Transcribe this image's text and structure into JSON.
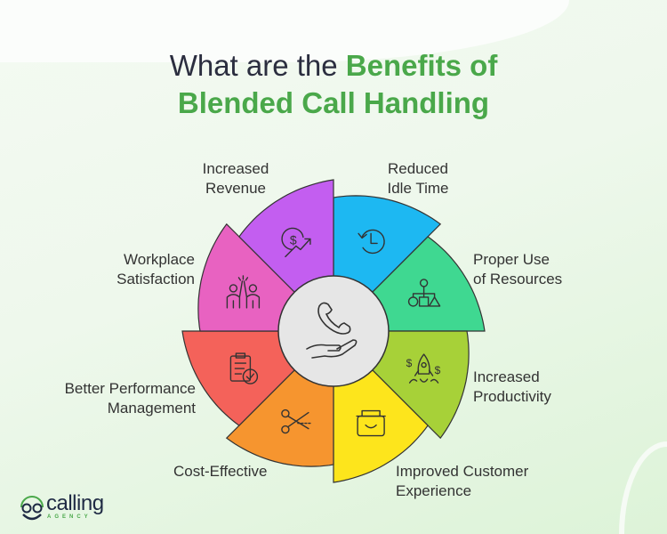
{
  "title": {
    "part1": "What are the ",
    "part2": "Benefits of",
    "line2": "Blended Call Handling"
  },
  "center_icon": "hand-holding-phone-icon",
  "segments": [
    {
      "lines": [
        "Reduced",
        "Idle Time"
      ],
      "color": "#1db8f2",
      "icon": "clock-rewind-icon"
    },
    {
      "lines": [
        "Proper Use",
        "of Resources"
      ],
      "color": "#3fd891",
      "icon": "lightbulb-hierarchy-icon"
    },
    {
      "lines": [
        "Increased",
        "Productivity"
      ],
      "color": "#a7d138",
      "icon": "rocket-dollar-icon"
    },
    {
      "lines": [
        "Improved Customer",
        "Experience"
      ],
      "color": "#fde51c",
      "icon": "smiling-basket-icon"
    },
    {
      "lines": [
        "Cost-Effective"
      ],
      "color": "#f6952f",
      "icon": "scissors-icon"
    },
    {
      "lines": [
        "Better Performance",
        "Management"
      ],
      "color": "#f4625a",
      "icon": "clipboard-check-icon"
    },
    {
      "lines": [
        "Workplace",
        "Satisfaction"
      ],
      "color": "#e862c1",
      "icon": "high-five-icon"
    },
    {
      "lines": [
        "Increased",
        "Revenue"
      ],
      "color": "#c35ef0",
      "icon": "dollar-growth-icon"
    }
  ],
  "logo": {
    "name": "calling",
    "sub": "AGENCY"
  }
}
